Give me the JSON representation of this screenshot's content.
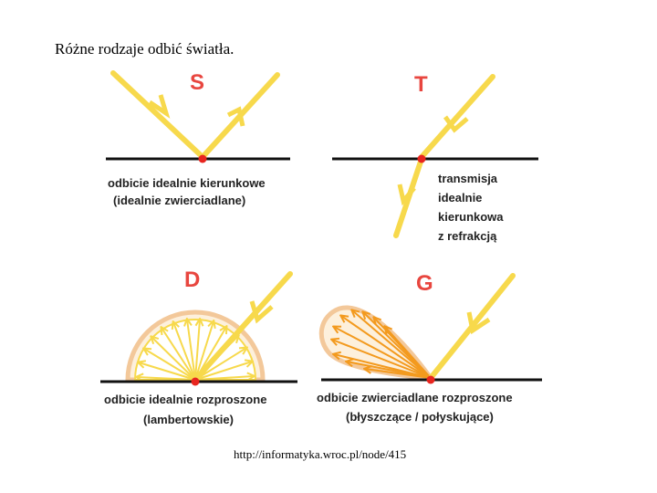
{
  "title": "Różne rodzaje odbić światła.",
  "footer": "http://informatyka.wroc.pl/node/415",
  "colors": {
    "ray": "#f7d94c",
    "point": "#e8251f",
    "glossy": "#f39a1e",
    "surface": "#111111",
    "letter": "#e8463f"
  },
  "panels": {
    "S": {
      "letter": "S",
      "caption1": "odbicie idealnie kierunkowe",
      "caption2": "(idealnie zwierciadlane)"
    },
    "T": {
      "letter": "T",
      "caption1": "transmisja",
      "caption2": "idealnie",
      "caption3": "kierunkowa",
      "caption4": "z refrakcją"
    },
    "D": {
      "letter": "D",
      "caption1": "odbicie idealnie rozproszone",
      "caption2": "(lambertowskie)"
    },
    "G": {
      "letter": "G",
      "caption1": "odbicie zwierciadlane rozproszone",
      "caption2": "(błyszczące / połyskujące)"
    }
  }
}
